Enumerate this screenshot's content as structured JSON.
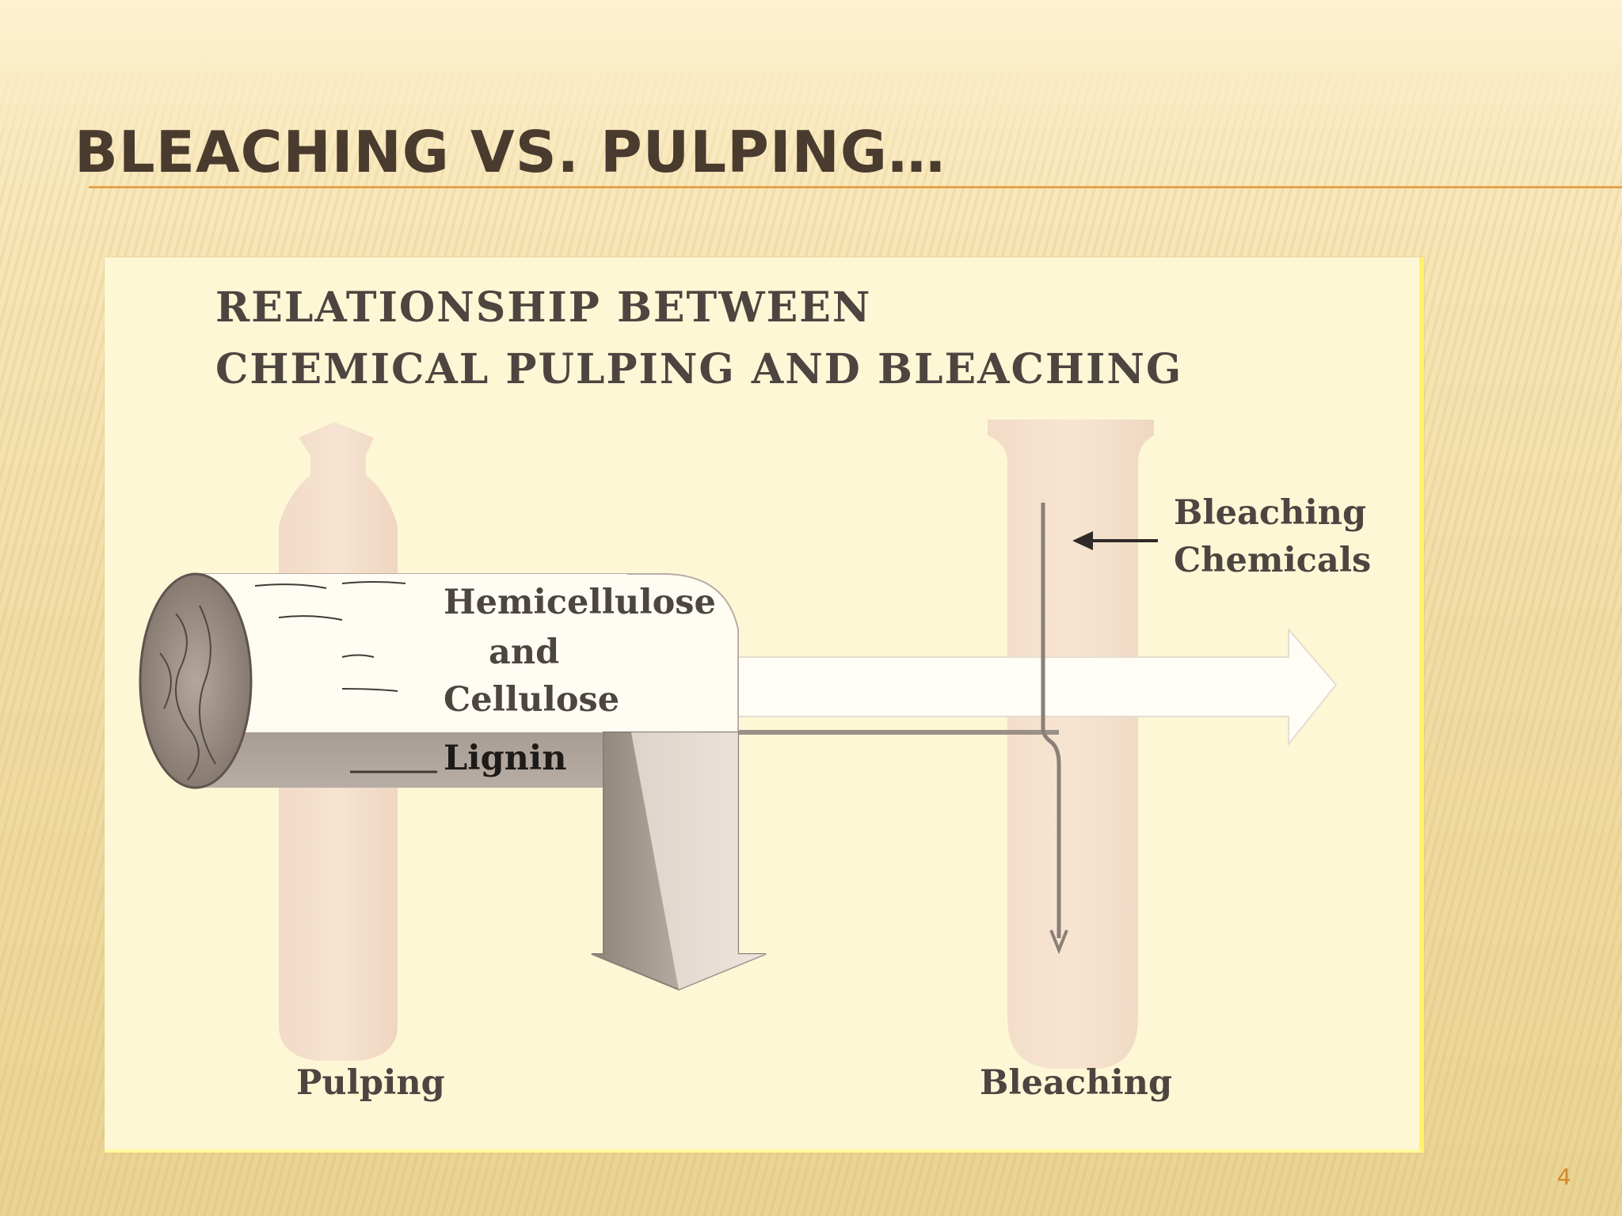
{
  "slide": {
    "title": "BLEACHING VS. PULPING…",
    "page_number": "4"
  },
  "figure": {
    "title_line1": "RELATIONSHIP BETWEEN",
    "title_line2": "CHEMICAL PULPING AND BLEACHING",
    "labels": {
      "hemicellulose": "Hemicellulose",
      "and": "and",
      "cellulose": "Cellulose",
      "lignin": "Lignin",
      "bleaching_chemicals_line1": "Bleaching",
      "bleaching_chemicals_line2": "Chemicals",
      "pulping": "Pulping",
      "bleaching": "Bleaching"
    }
  },
  "colors": {
    "title": "#4a3b2f",
    "accent_rule": "#e6a24a",
    "figure_bg": "#fdf7d6",
    "tube": "#f3dccb",
    "wood": "#8a7f76"
  }
}
